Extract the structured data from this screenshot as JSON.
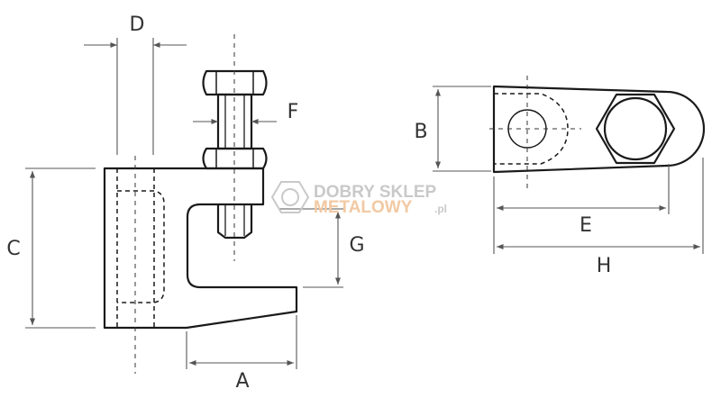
{
  "labels": {
    "A": "A",
    "B": "B",
    "C": "C",
    "D": "D",
    "E": "E",
    "F": "F",
    "G": "G",
    "H": "H"
  },
  "watermark": {
    "line1": "DOBRY SKLEP",
    "line2": "METALOWY",
    "suffix": ".pl"
  },
  "colors": {
    "outline": "#1a1a1a",
    "dimension": "#555555",
    "hidden": "#1a1a1a",
    "watermark_grey": "#c9c9c9",
    "watermark_orange": "#f2c9a3"
  }
}
